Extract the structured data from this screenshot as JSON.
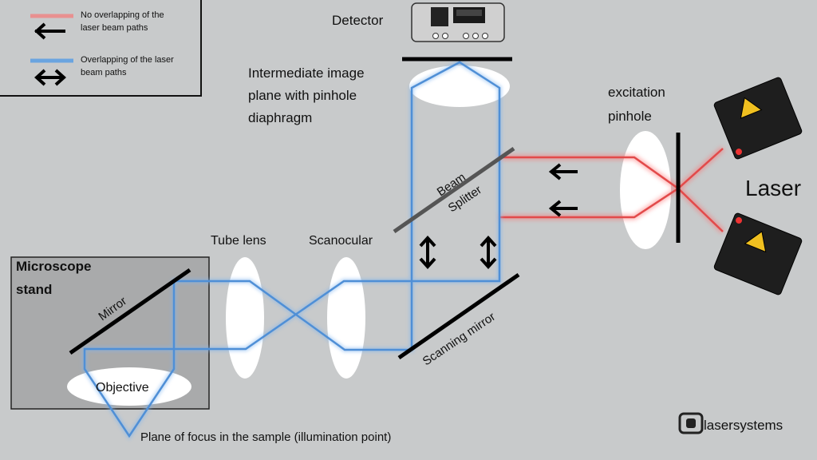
{
  "legend": {
    "no_overlap_line1": "No overlapping of the",
    "no_overlap_line2": "laser beam paths",
    "overlap_line1": "Overlapping of the laser",
    "overlap_line2": "beam paths"
  },
  "labels": {
    "detector": "Detector",
    "intermediate_line1": "Intermediate image",
    "intermediate_line2": "plane with pinhole",
    "intermediate_line3": "diaphragm",
    "excitation_line1": "excitation",
    "excitation_line2": "pinhole",
    "laser": "Laser",
    "beam": "Beam",
    "splitter": "Splitter",
    "tube_lens": "Tube lens",
    "scanocular": "Scanocular",
    "microscope_line1": "Microscope",
    "microscope_line2": "stand",
    "mirror": "Mirror",
    "objective": "Objective",
    "scanning_mirror": "Scanning mirror",
    "plane_of_focus": "Plane of focus in the sample (illumination point)",
    "logo": "lasersystems"
  },
  "colors": {
    "background": "#c8cacb",
    "red_beam": "#e24a4a",
    "blue_beam": "#4f8fd6",
    "stand_box": "#a9aaab"
  }
}
